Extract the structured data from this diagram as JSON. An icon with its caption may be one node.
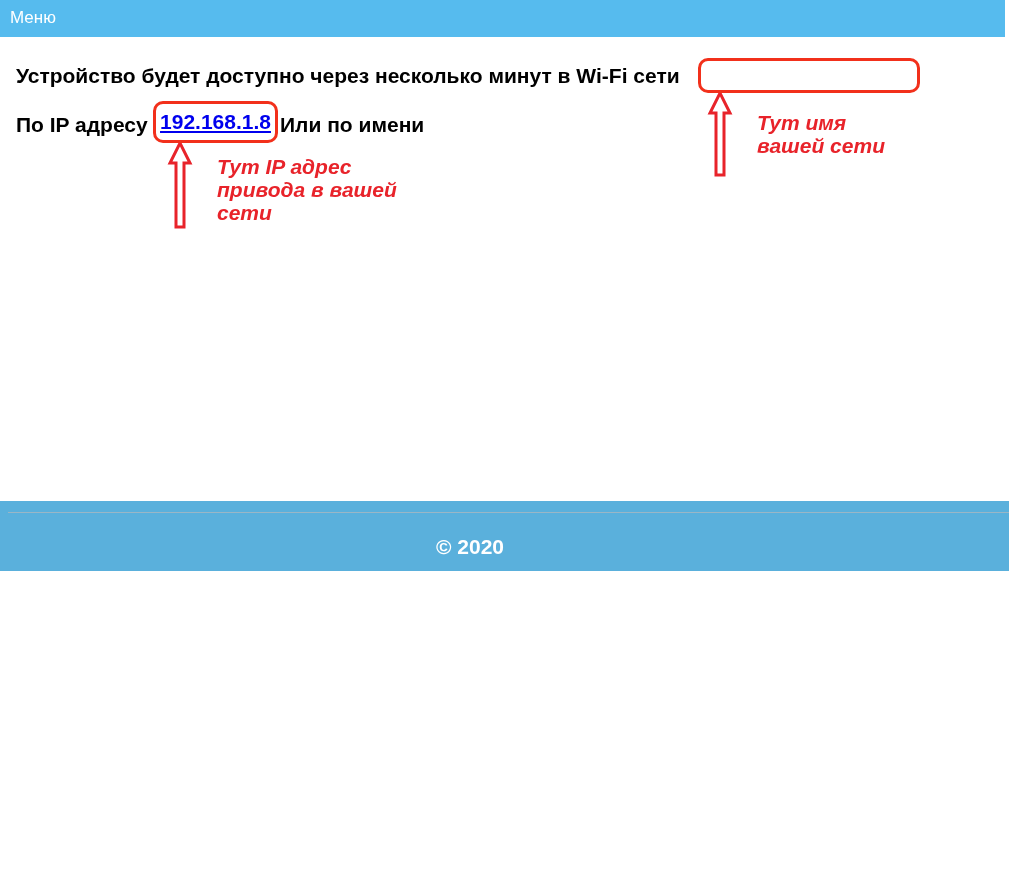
{
  "diagram": {
    "nodes": [
      {
        "text": [],
        "shape": "box"
      },
      {
        "text": [
          "192.168.1.8"
        ]
      },
      {
        "text": [
          "Тут IP адрес привода в вашей сети"
        ]
      },
      {
        "text": [
          "Тут имя вашей сети"
        ]
      }
    ],
    "edges": [
      {
        "from": 2,
        "to": 1,
        "arrow": "to"
      },
      {
        "from": 3,
        "to": 0,
        "arrow": "to"
      }
    ],
    "labels": [
      "Меню",
      "Устройство будет доступно через несколько минут в Wi-Fi сети",
      "По IP адресу",
      "Или по имени",
      "© 2020"
    ]
  }
}
